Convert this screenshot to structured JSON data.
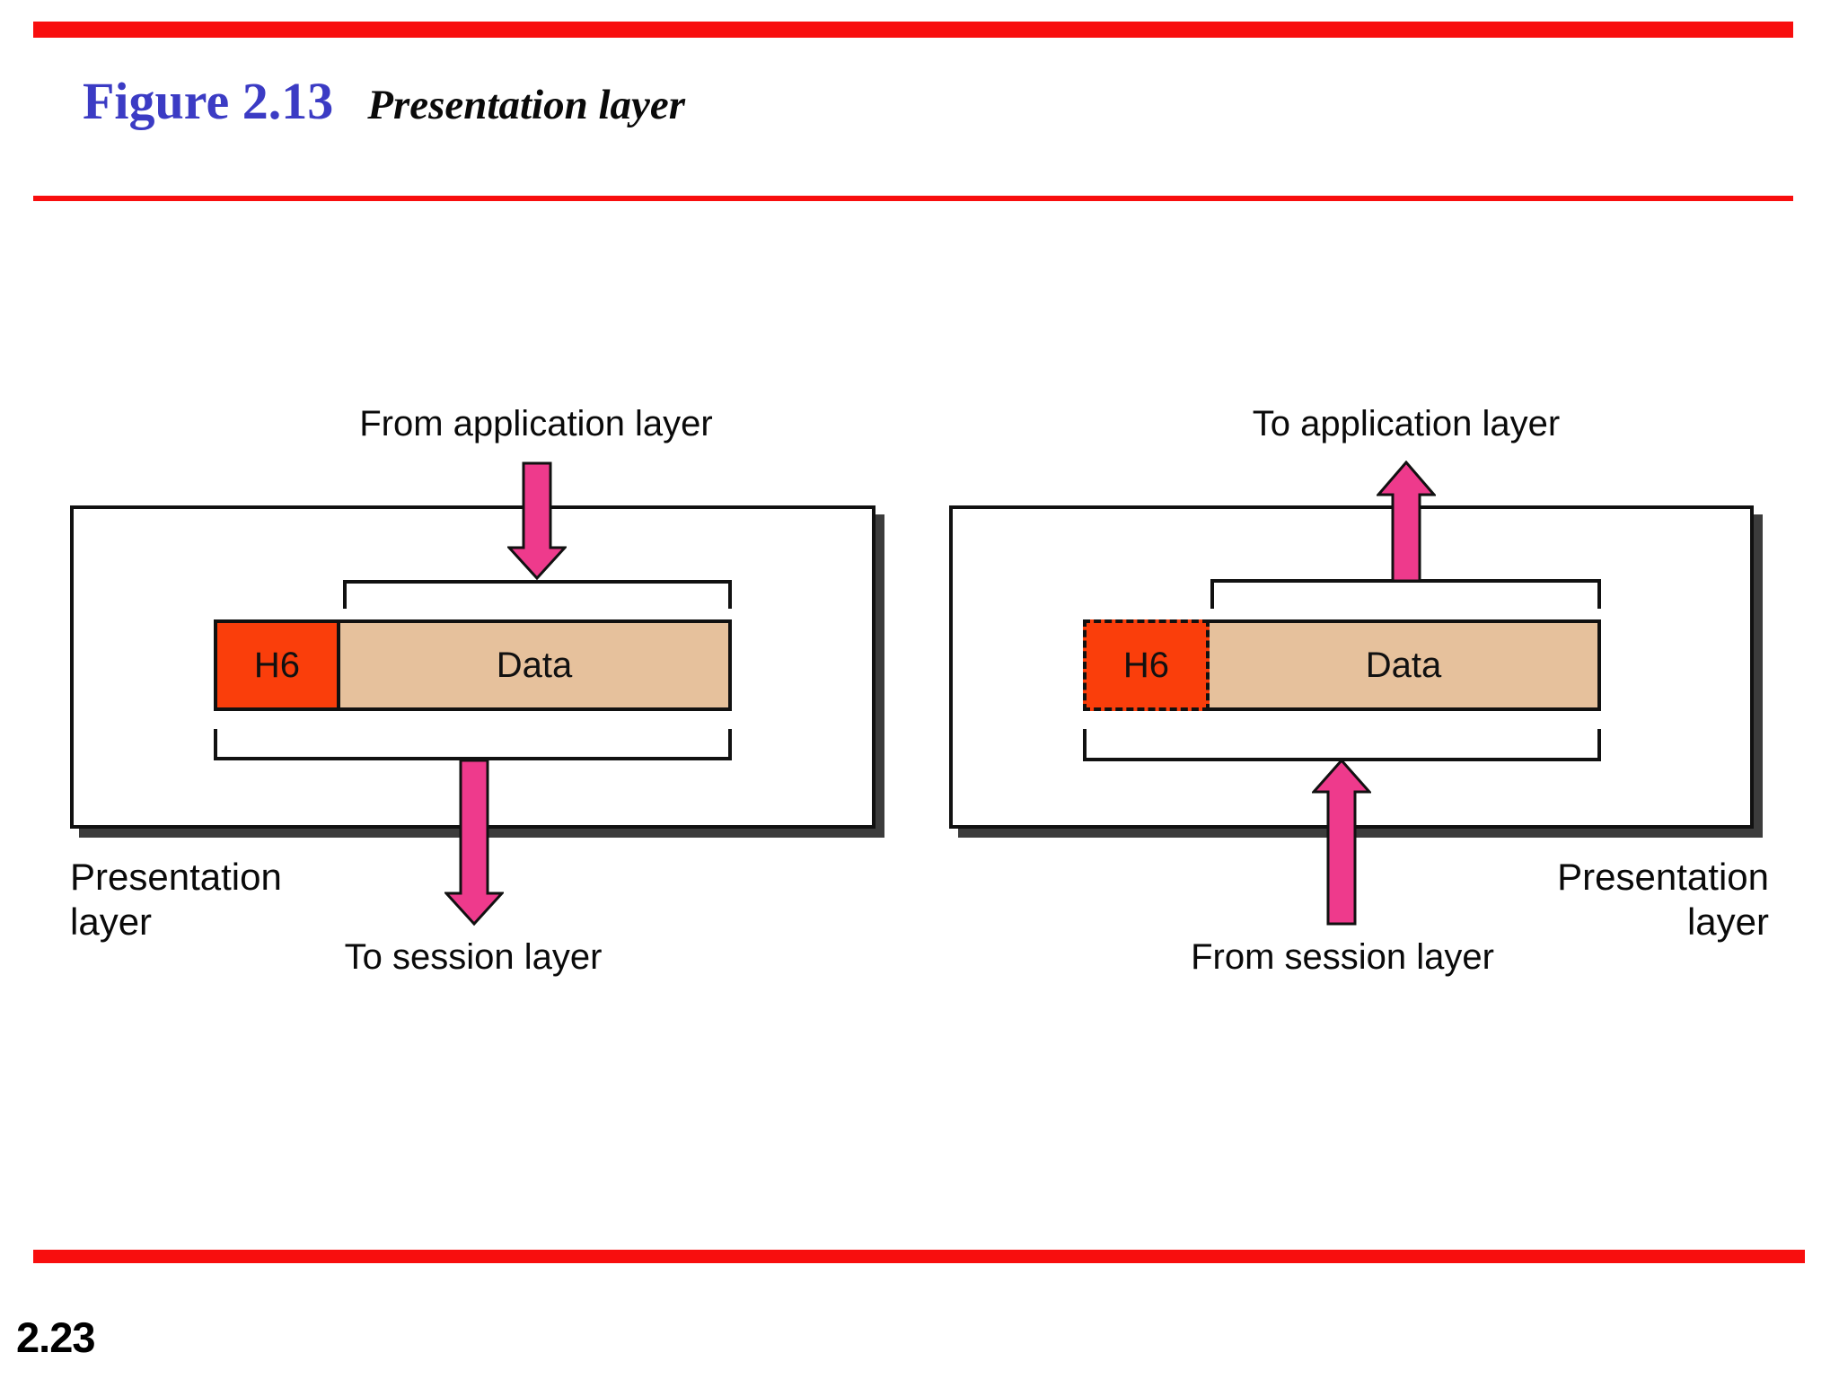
{
  "slide": {
    "figure_label": "Figure 2.13",
    "figure_caption": "Presentation layer",
    "page_number": "2.23"
  },
  "colors": {
    "bar-red": "#f80e0e",
    "title-blue": "#3b3bc4",
    "arrow-pink": "#ee3a8c",
    "header-orange": "#fa3e0b",
    "data-tan": "#e6c19c",
    "shadow-gray": "#3c3c3c"
  },
  "left_diagram": {
    "top_label": "From application layer",
    "bottom_label": "To session layer",
    "header_label": "H6",
    "data_label": "Data",
    "side_label_line1": "Presentation",
    "side_label_line2": "layer"
  },
  "right_diagram": {
    "top_label": "To application layer",
    "bottom_label": "From session layer",
    "header_label": "H6",
    "data_label": "Data",
    "side_label_line1": "Presentation",
    "side_label_line2": "layer"
  }
}
